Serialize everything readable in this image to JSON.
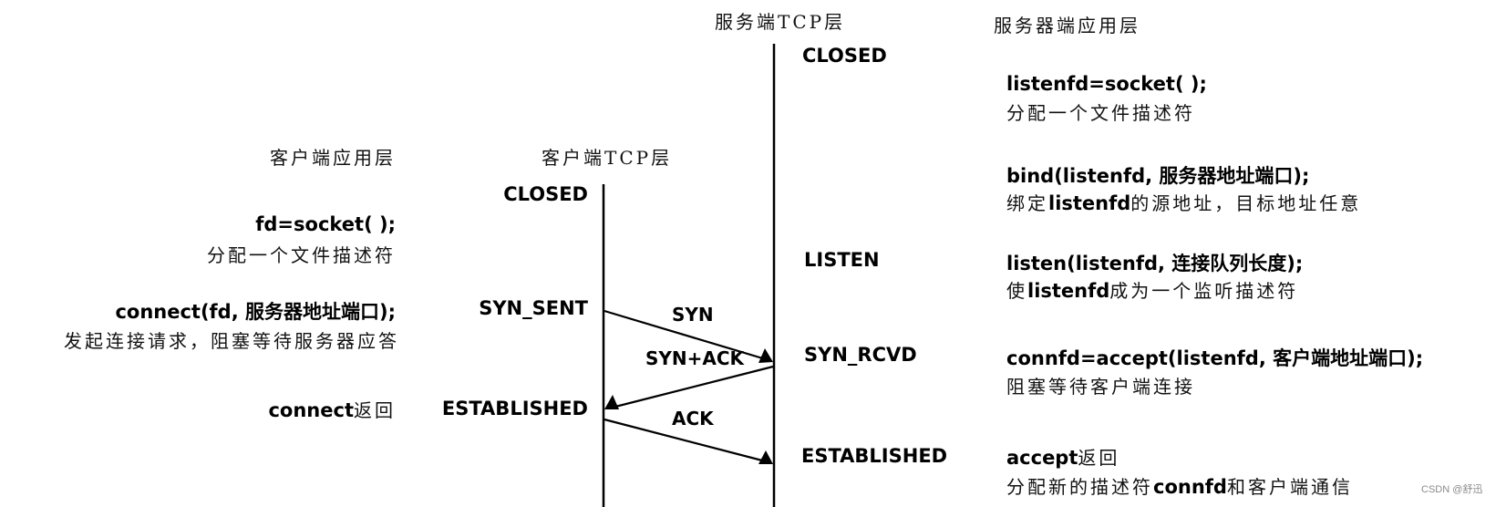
{
  "headers": {
    "server_tcp": "服务端TCP层",
    "server_app": "服务器端应用层",
    "client_app": "客户端应用层",
    "client_tcp": "客户端TCP层"
  },
  "client_states": [
    {
      "label": "CLOSED"
    },
    {
      "label": "SYN_SENT"
    },
    {
      "label": "ESTABLISHED"
    }
  ],
  "server_states": [
    {
      "label": "CLOSED"
    },
    {
      "label": "LISTEN"
    },
    {
      "label": "SYN_RCVD"
    },
    {
      "label": "ESTABLISHED"
    }
  ],
  "messages": [
    {
      "label": "SYN",
      "direction": "client-to-server"
    },
    {
      "label": "SYN+ACK",
      "direction": "server-to-client"
    },
    {
      "label": "ACK",
      "direction": "client-to-server"
    }
  ],
  "client_app_steps": [
    {
      "call": "fd=socket( );",
      "desc": "分配一个文件描述符"
    },
    {
      "call": "connect(fd, 服务器地址端口);",
      "desc": "发起连接请求，阻塞等待服务器应答"
    },
    {
      "call_code": "connect",
      "call_text": "返回"
    }
  ],
  "server_app_steps": [
    {
      "call": "listenfd=socket( );",
      "desc": "分配一个文件描述符"
    },
    {
      "call": "bind(listenfd, 服务器地址端口);",
      "desc_pre": "绑定",
      "desc_code": "listenfd",
      "desc_post": "的源地址，目标地址任意"
    },
    {
      "call": "listen(listenfd, 连接队列长度);",
      "desc_pre": "使",
      "desc_code": "listenfd",
      "desc_post": "成为一个监听描述符"
    },
    {
      "call": "connfd=accept(listenfd, 客户端地址端口);",
      "desc": "阻塞等待客户端连接"
    },
    {
      "call_code": "accept",
      "call_text": "返回",
      "desc_pre": "分配新的描述符",
      "desc_code": "connfd",
      "desc_post": "和客户端通信"
    }
  ],
  "watermark": "CSDN @舒迅",
  "colors": {
    "line": "#000000",
    "text": "#111111",
    "watermark": "#8a8a8a"
  }
}
